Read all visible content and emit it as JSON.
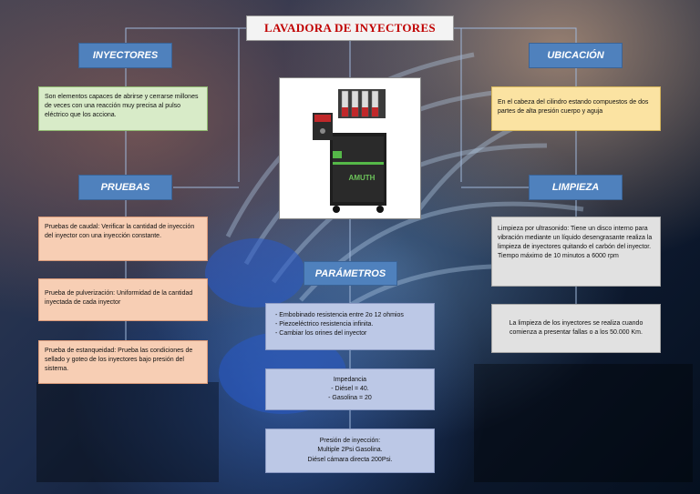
{
  "title": "LAVADORA DE INYECTORES",
  "colors": {
    "header_blue": "#4f81bd",
    "title_red": "#c00000",
    "green_box": "#d8ebc8",
    "yellow_box": "#fbe3a2",
    "peach_box": "#f7ceb4",
    "grey_box": "#e1e1e1",
    "lavender_box": "#bcc8e6"
  },
  "inyectores": {
    "header": "INYECTORES",
    "text": "Son elementos capaces de abrirse y cerrarse millones de veces con una reacción muy precisa al pulso eléctrico que los acciona."
  },
  "ubicacion": {
    "header": "UBICACIÓN",
    "text": "En el cabeza del cilindro estando compuestos de dos partes de alta presión cuerpo y aguja"
  },
  "pruebas": {
    "header": "PRUEBAS",
    "items": [
      "Pruebas de caudal: Verificar la cantidad de inyección del inyector con una inyección constante.",
      "Prueba de pulverización: Uniformidad de la cantidad inyectada de cada inyector",
      "Prueba de estanqueidad: Prueba las condiciones de sellado y goteo de los inyectores bajo presión del sistema."
    ]
  },
  "limpieza": {
    "header": "LIMPIEZA",
    "items": [
      "Limpieza por ultrasonido: Tiene un disco interno para vibración mediante un líquido desengrasante realiza la limpieza de inyectores quitando el carbón del inyector. Tiempo máximo de 10 minutos a 6000 rpm",
      "La limpieza de los inyectores se realiza cuando comienza a presentar fallas o a los 50.000 Km."
    ]
  },
  "parametros": {
    "header": "PARÁMETROS",
    "list": [
      "Embobinado resistencia entre 2o 12 ohmios",
      "Piezoeléctrico resistencia infinita.",
      "Cambiar los orines del inyector"
    ],
    "impedancia": {
      "title": "Impedancia",
      "lines": [
        "-  Diésel = 40.",
        "-  Gasolina = 20"
      ]
    },
    "presion": {
      "title": "Presión de inyección:",
      "lines": [
        "Multiple 2Psi Gasolina.",
        "Diésel cámara directa 200Psi."
      ]
    }
  },
  "machine": {
    "brand": "AMUTH"
  }
}
